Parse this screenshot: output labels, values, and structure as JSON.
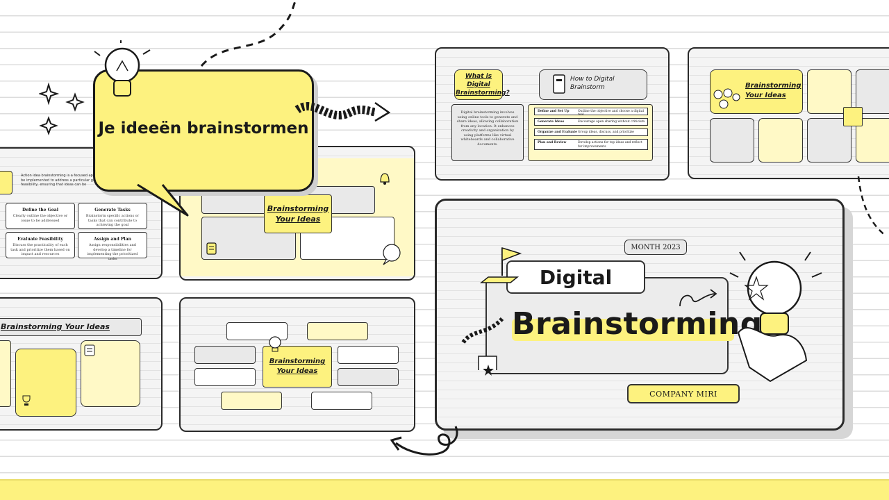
{
  "hero_title": "Je ideeën brainstormen",
  "main_slide": {
    "month": "MONTH 2023",
    "title_line1": "Digital",
    "title_line2": "Brainstorming",
    "company": "COMPANY MIRI"
  },
  "slide_top_center": {
    "question_title": "What is Digital Brainstorming?",
    "description": "Digital brainstorming involves using online tools to generate and share ideas, allowing collaboration from any location. It enhances creativity and organization by using platforms like virtual whiteboards and collaborative documents.",
    "howto_title": "How to Digital Brainstorm",
    "steps": [
      {
        "step": "Define and Set Up",
        "desc": "Outline the objective and choose a digital tool"
      },
      {
        "step": "Generate Ideas",
        "desc": "Encourage open sharing without criticism"
      },
      {
        "step": "Organize and Evaluate",
        "desc": "Group ideas, discuss, and prioritize"
      },
      {
        "step": "Plan and Review",
        "desc": "Develop actions for top ideas and reflect for improvements"
      }
    ]
  },
  "slide_top_right": {
    "title": "Brainstorming Your Ideas"
  },
  "slide_left_mid": {
    "intro": "Action idea brainstorming is a focused approach to generating tasks that can be implemented to address a particular goal, considering practicality and feasibility, ensuring that ideas can be",
    "cells": [
      {
        "title": "Define the Goal",
        "body": "Clearly outline the objective or issue to be addressed"
      },
      {
        "title": "Generate Tasks",
        "body": "Brainstorm specific actions or tasks that can contribute to achieving the goal"
      },
      {
        "title": "Evaluate Feasibility",
        "body": "Discuss the practicality of each task and prioritize them based on impact and resources"
      },
      {
        "title": "Assign and Plan",
        "body": "Assign responsibilities and develop a timeline for implementing the prioritized tasks"
      }
    ]
  },
  "slide_center_mid": {
    "title": "Brainstorming Your Ideas"
  },
  "slide_left_bottom": {
    "title": "Brainstorming Your Ideas"
  },
  "slide_center_bottom": {
    "title": "Brainstorming Your Ideas"
  },
  "colors": {
    "accent_yellow": "#fdf27f",
    "light_yellow": "#fff9c6",
    "outline": "#1a1a1a",
    "gray": "#e9e9e9"
  },
  "icons": [
    "lightbulb-icon",
    "sparkle-icon",
    "arrow-icon",
    "flag-icon",
    "star-bookmark-icon",
    "bell-icon",
    "trophy-icon",
    "notepad-icon",
    "book-icon"
  ]
}
